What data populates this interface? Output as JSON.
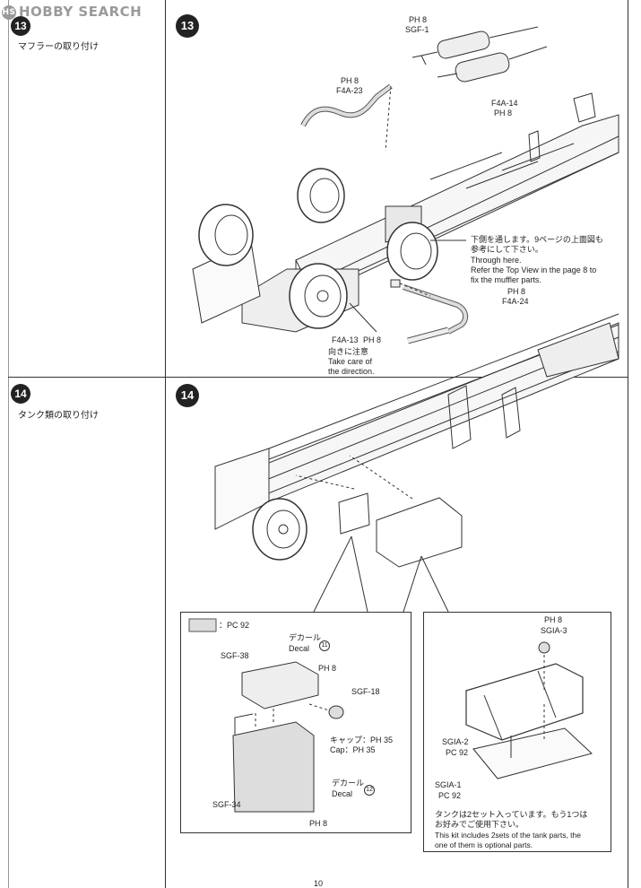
{
  "watermark": {
    "text": "HOBBY SEARCH"
  },
  "steps": [
    {
      "number": "13",
      "label": "マフラーの取り付け"
    },
    {
      "number": "14",
      "label": "タンク類の取り付け"
    }
  ],
  "step13": {
    "number": "13",
    "parts": {
      "sgf1_code": "SGF-1",
      "sgf1_paint": "PH 8",
      "f4a23_code": "F4A-23",
      "f4a23_paint": "PH 8",
      "f4a14_code": "F4A-14",
      "f4a14_paint": "PH 8",
      "f4a24_code": "F4A-24",
      "f4a24_paint": "PH 8",
      "f4a13_code": "F4A-13",
      "f4a13_paint": "PH 8"
    },
    "note_through": {
      "jp1": "下側を通します。9ページの上面図も",
      "jp2": "参考にして下さい。",
      "en1": "Through here.",
      "en2": "Refer the Top View in the page 8 to",
      "en3": "fix the muffler parts."
    },
    "note_direction": {
      "jp": "向きに注意",
      "en1": "Take care of",
      "en2": "the direction."
    }
  },
  "step14": {
    "number": "14",
    "left_box": {
      "legend_paint": "：PC 92",
      "decal11_jp": "デカール",
      "decal11_en": "Decal",
      "decal11_num": "11",
      "sgf38": "SGF-38",
      "sgf38_paint": "PH 8",
      "sgf18": "SGF-18",
      "cap_jp": "キャップ：PH 35",
      "cap_en": "Cap：PH 35",
      "decal12_jp": "デカール",
      "decal12_en": "Decal",
      "decal12_num": "12",
      "sgf34": "SGF-34",
      "sgf34_paint": "PH 8"
    },
    "right_box": {
      "sgia3_paint": "PH 8",
      "sgia3": "SGIA-3",
      "sgia2": "SGIA-2",
      "sgia2_paint": "PC 92",
      "sgia1": "SGIA-1",
      "sgia1_paint": "PC 92",
      "note_jp1": "タンクは2セット入っています。もう1つは",
      "note_jp2": "お好みでご使用下さい。",
      "note_en1": "This kit includes 2sets of the tank parts, the",
      "note_en2": "one of them is optional parts."
    }
  },
  "page_number": "10"
}
